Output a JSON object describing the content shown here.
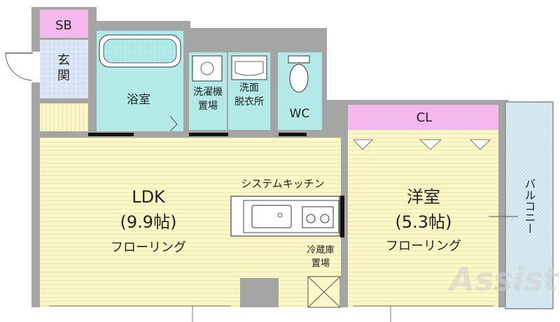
{
  "rooms": {
    "sb": "SB",
    "genkan": [
      "玄",
      "関"
    ],
    "bath": "浴室",
    "washer": [
      "洗濯機",
      "置場"
    ],
    "washroom": [
      "洗面",
      "脱衣所"
    ],
    "wc": "WC",
    "closet": "CL",
    "ldk": {
      "name": "LDK",
      "size": "(9.9帖)",
      "floor": "フローリング"
    },
    "western": {
      "name": "洋室",
      "size": "(5.3帖)",
      "floor": "フローリング"
    },
    "balcony": "バルコニー"
  },
  "fixtures": {
    "kitchen": "システムキッチン",
    "fridge": [
      "冷蔵庫",
      "置場"
    ]
  },
  "watermark": "Assist",
  "colors": {
    "floor_yellow": "#fbf7c8",
    "floor_line": "#ece6a4",
    "wet_cyan": "#b3eae8",
    "closet_pink": "#f5b8ec",
    "balcony_blue": "#d8ecf2",
    "tile_blue": "#dce8f5",
    "wall": "#9a9a9a"
  }
}
